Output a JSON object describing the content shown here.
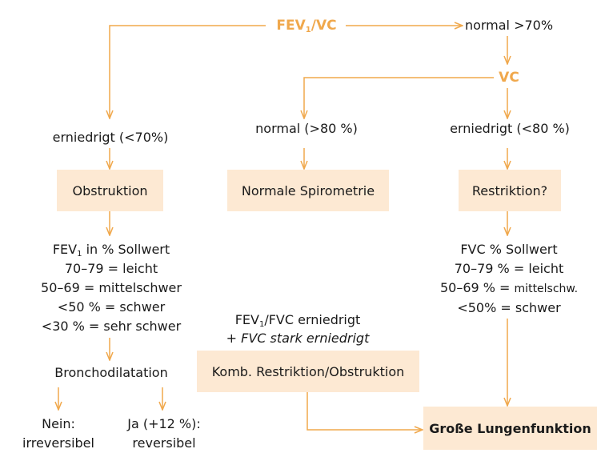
{
  "colors": {
    "arrow": "#f0a84c",
    "box_fill": "#fde9d3",
    "text": "#1a1a1a"
  },
  "top": {
    "fev_label": "FEV",
    "fev_sub": "1",
    "fev_suffix": "/VC",
    "normal": "normal >70%"
  },
  "vc": "VC",
  "left": {
    "condition": "erniedrigt (<70%)",
    "box": "Obstruktion",
    "sollwert_fev": "FEV",
    "sollwert_sub": "1",
    "sollwert_suffix": " in % Sollwert",
    "grades": [
      "70–79 = leicht",
      "50–69 = mittelschwer",
      "<50 % = schwer",
      "<30 % = sehr schwer"
    ],
    "bronchodilatation": "Bronchodilatation",
    "no_1": "Nein:",
    "no_2": "irreversibel",
    "yes_1": "Ja (+12 %):",
    "yes_2": "reversibel"
  },
  "middle": {
    "condition": "normal (>80 %)",
    "box": "Normale Spirometrie",
    "combo_fev": "FEV",
    "combo_sub": "1",
    "combo_suffix": "/FVC erniedrigt",
    "combo_2": "+ FVC stark erniedrigt",
    "combo_box": "Komb. Restriktion/Obstruktion"
  },
  "right": {
    "condition": "erniedrigt (<80 %)",
    "box": "Restriktion?",
    "grades": [
      "FVC % Sollwert",
      "70–79 % = leicht",
      "50–69 % = ",
      "<50% = schwer"
    ],
    "grade_small": "mittelschw.",
    "final_box": "Große Lungenfunktion"
  }
}
